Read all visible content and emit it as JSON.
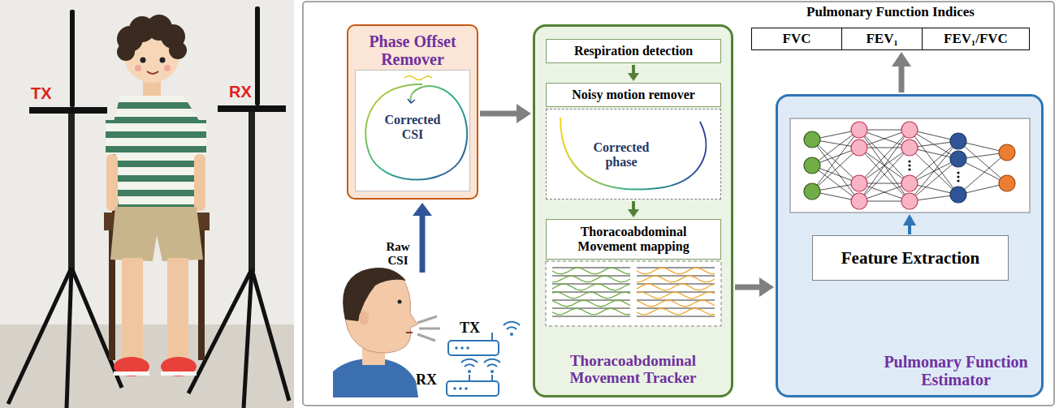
{
  "diagram": {
    "nodes": [
      {
        "text": [
          "Phase Offset Remover"
        ]
      },
      {
        "text": [
          "Corrected CSI"
        ],
        "in": 0
      },
      {
        "text": [
          "Thoracoabdominal Movement Tracker"
        ]
      },
      {
        "text": [
          "Respiration detection"
        ],
        "in": 2
      },
      {
        "text": [
          "Noisy motion remover"
        ],
        "in": 2
      },
      {
        "text": [
          "Corrected phase"
        ],
        "in": 2
      },
      {
        "text": [
          "Thoracoabdominal Movement mapping"
        ],
        "in": 2
      },
      {
        "text": [
          "Pulmonary Function Indices"
        ]
      },
      {
        "text": [
          "FVC"
        ],
        "in": 7
      },
      {
        "text": [
          "FEV₁"
        ],
        "in": 7
      },
      {
        "text": [
          "FEV₁/FVC"
        ],
        "in": 7
      },
      {
        "text": [
          "Pulmonary Function Estimator"
        ]
      },
      {
        "text": [
          "Feature Extraction"
        ],
        "in": 11
      }
    ],
    "edges": [
      {
        "from": 0,
        "to": 2,
        "arrow": "to"
      },
      {
        "from": 3,
        "to": 4,
        "arrow": "to"
      },
      {
        "from": 5,
        "to": 6,
        "arrow": "to"
      },
      {
        "from": 2,
        "to": 11,
        "arrow": "to"
      },
      {
        "from": 11,
        "to": 7,
        "arrow": "to"
      }
    ],
    "labels": [
      "TX",
      "RX",
      "Raw CSI",
      "TX",
      "RX"
    ]
  }
}
